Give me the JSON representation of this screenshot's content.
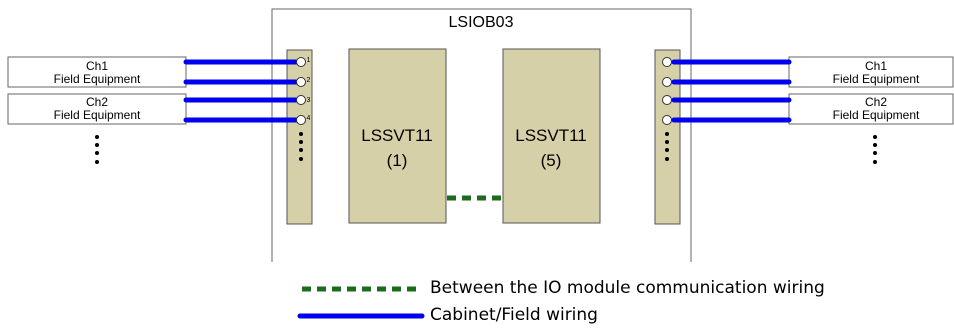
{
  "cabinet": {
    "label": "LSIOB03"
  },
  "modules": [
    {
      "name": "LSSVT11",
      "index": "(1)"
    },
    {
      "name": "LSSVT11",
      "index": "(5)"
    }
  ],
  "terminal_numbers": [
    "1",
    "2",
    "3",
    "4"
  ],
  "field_equipment_left": [
    {
      "channel": "Ch1",
      "label": "Field Equipment"
    },
    {
      "channel": "Ch2",
      "label": "Field Equipment"
    }
  ],
  "field_equipment_right": [
    {
      "channel": "Ch1",
      "label": "Field Equipment"
    },
    {
      "channel": "Ch2",
      "label": "Field Equipment"
    }
  ],
  "legend": {
    "comm_wiring": "Between the IO module communication wiring",
    "field_wiring": "Cabinet/Field wiring"
  },
  "colors": {
    "field_wiring": "#0000ee",
    "comm_wiring": "#1e6b1e",
    "module_fill": "#d6d0a8",
    "strip_fill": "#d6d0a8"
  }
}
